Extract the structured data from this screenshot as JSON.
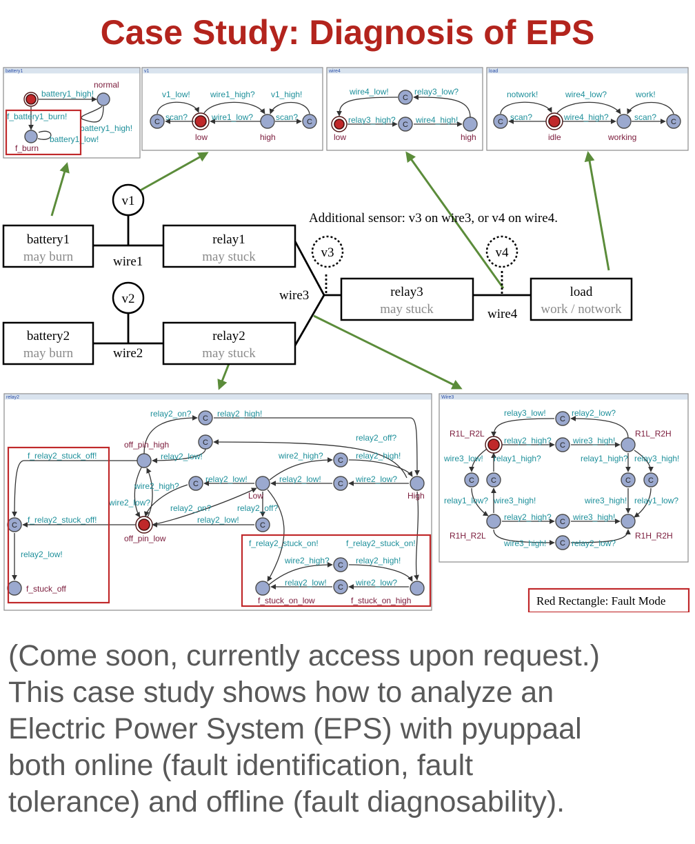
{
  "title": "Case Study: Diagnosis of EPS",
  "panels": {
    "battery1": {
      "tag": "battery1",
      "states": [
        "normal",
        "f_burn"
      ],
      "labels": [
        "battery1_high!",
        "f_battery1_burn!",
        "battery1_high!",
        "battery1_low!"
      ]
    },
    "v1": {
      "tag": "v1",
      "states": [
        "low",
        "high"
      ],
      "labels": [
        "v1_low!",
        "wire1_high?",
        "v1_high!",
        "scan?",
        "wire1_low?",
        "scan?"
      ]
    },
    "wire4": {
      "tag": "wire4",
      "states": [
        "low",
        "high"
      ],
      "labels": [
        "wire4_low!",
        "relay3_low?",
        "relay3_high?",
        "wire4_high!"
      ]
    },
    "load": {
      "tag": "load",
      "states": [
        "idle",
        "working"
      ],
      "labels": [
        "notwork!",
        "wire4_low?",
        "work!",
        "scan?",
        "wire4_high?",
        "scan?"
      ]
    },
    "relay2": {
      "tag": "relay2",
      "states": [
        "off_pin_high",
        "off_pin_low",
        "Low",
        "High",
        "f_stuck_off",
        "f_stuck_on_low",
        "f_stuck_on_high"
      ],
      "labels": [
        "relay2_on?",
        "relay2_high!",
        "relay2_off?",
        "f_relay2_stuck_off!",
        "relay2_low!",
        "wire2_high?",
        "relay2_high!",
        "wire2_high?",
        "relay2_low!",
        "relay2_low!",
        "wire2_low?",
        "wire2_low?",
        "relay2_on?",
        "relay2_off?",
        "f_relay2_stuck_off!",
        "relay2_low!",
        "relay2_low!",
        "f_relay2_stuck_on!",
        "f_relay2_stuck_on!",
        "wire2_high?",
        "relay2_high!",
        "relay2_low!",
        "wire2_low?"
      ]
    },
    "wire3": {
      "tag": "Wire3",
      "states": [
        "R1L_R2L",
        "R1L_R2H",
        "R1H_R2L",
        "R1H_R2H"
      ],
      "labels": [
        "relay3_low!",
        "relay2_low?",
        "relay2_high?",
        "wire3_high!",
        "wire3_low!",
        "relay1_high?",
        "relay1_high?",
        "relay3_high!",
        "relay1_low?",
        "wire3_high!",
        "wire3_high!",
        "relay1_low?",
        "relay2_high?",
        "wire3_high!",
        "wire3_high!",
        "relay2_low?"
      ]
    }
  },
  "components": {
    "battery1": {
      "name": "battery1",
      "sub": "may burn"
    },
    "relay1": {
      "name": "relay1",
      "sub": "may  stuck"
    },
    "battery2": {
      "name": "battery2",
      "sub": "may burn"
    },
    "relay2": {
      "name": "relay2",
      "sub": "may  stuck"
    },
    "relay3": {
      "name": "relay3",
      "sub": "may  stuck"
    },
    "load": {
      "name": "load",
      "sub": "work / notwork"
    }
  },
  "wires": {
    "wire1": "wire1",
    "wire2": "wire2",
    "wire3": "wire3",
    "wire4": "wire4"
  },
  "sensors": {
    "v1": "v1",
    "v2": "v2",
    "v3": "v3",
    "v4": "v4"
  },
  "note": "Additional sensor: v3 on wire3, or v4 on wire4.",
  "legend": "Red Rectangle: Fault Mode",
  "description": [
    "(Come soon, currently access upon request.)",
    "This case study shows how to analyze an",
    "Electric Power System (EPS) with pyuppaal",
    "both online (fault identification, fault",
    "tolerance) and offline (fault diagnosability)."
  ],
  "colors": {
    "title": "#b3241d",
    "arrow": "#5b8c3a",
    "fault": "#c0282a",
    "state": "#9ba9cf",
    "initial": "#c0282a",
    "edge_label": "#1d8f9a"
  }
}
